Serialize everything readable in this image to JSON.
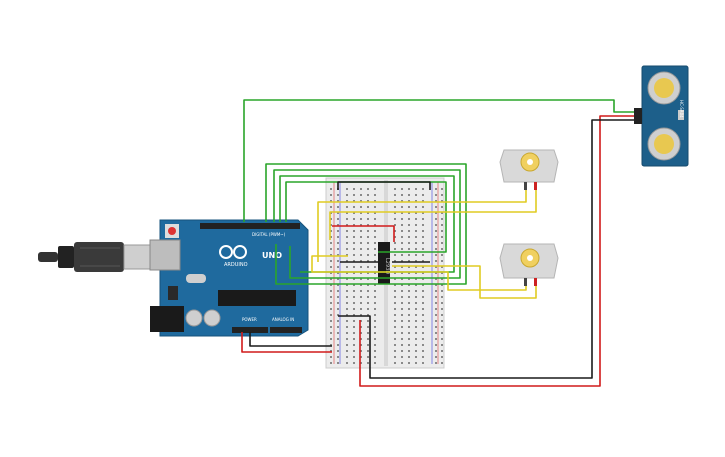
{
  "arduino": {
    "brand": "ARDUINO",
    "model": "UNO",
    "digital_label": "DIGITAL (PWM~)",
    "power_label": "POWER",
    "analog_label": "ANALOG IN",
    "board_color": "#1f6a9e"
  },
  "driver_chip": {
    "label": "L293D"
  },
  "sensor": {
    "label": "HC-SR04",
    "board_color": "#1d5f8a"
  },
  "wire_colors": {
    "green": "#2aa52a",
    "yellow": "#e0cc22",
    "red": "#d11a1a",
    "black": "#1a1a1a"
  }
}
